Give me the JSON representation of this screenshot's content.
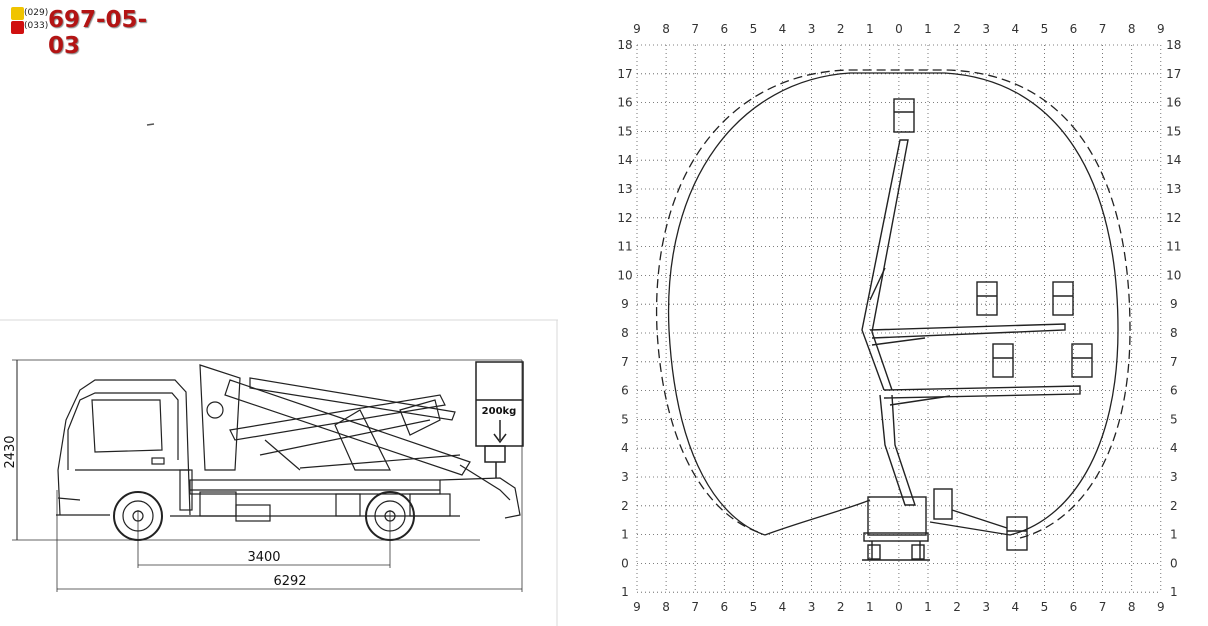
{
  "phone": {
    "codes": [
      "(029)",
      "(033)"
    ],
    "number": "697-05-03",
    "colors": {
      "number": "#b31414",
      "badge_top": "#f0c400",
      "badge_bottom": "#d01010"
    }
  },
  "side_view": {
    "load_label": "200kg",
    "dimensions": {
      "height": "2430",
      "wheelbase": "3400",
      "length": "6292"
    }
  },
  "envelope_chart": {
    "x_ticks": [
      "9",
      "8",
      "7",
      "6",
      "5",
      "4",
      "3",
      "2",
      "1",
      "0",
      "1",
      "2",
      "3",
      "4",
      "5",
      "6",
      "7",
      "8",
      "9"
    ],
    "y_ticks": [
      "18",
      "17",
      "16",
      "15",
      "14",
      "13",
      "12",
      "11",
      "10",
      "9",
      "8",
      "7",
      "6",
      "5",
      "4",
      "3",
      "2",
      "1",
      "0",
      "1"
    ]
  }
}
